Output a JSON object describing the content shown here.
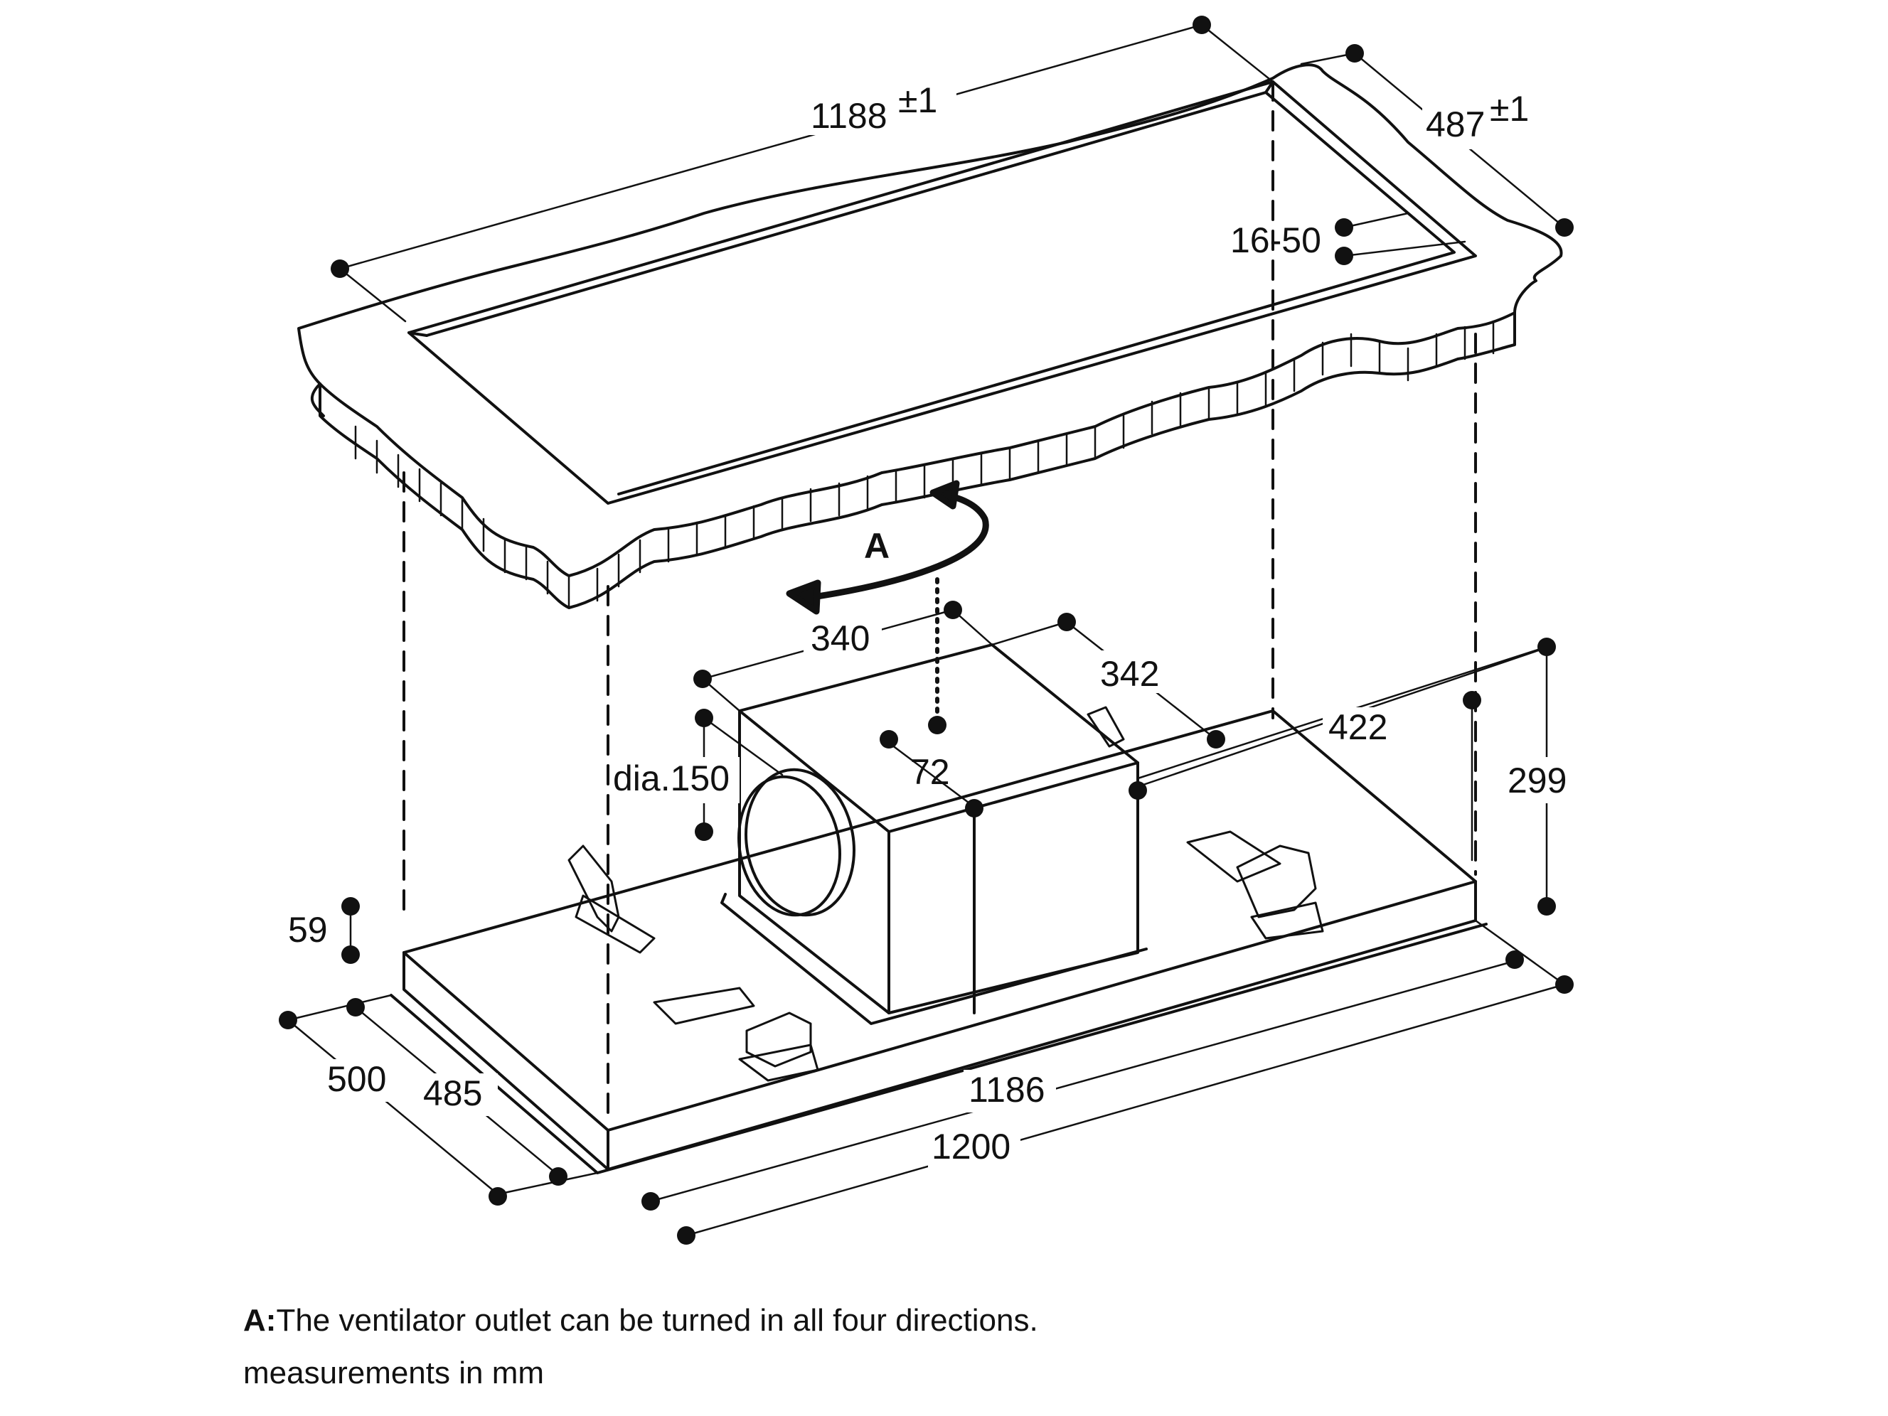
{
  "dimensions": {
    "cutout_length": "1188",
    "cutout_length_tol": "±1",
    "cutout_width": "487",
    "cutout_width_tol": "±1",
    "worktop_thickness": "16-50",
    "rotation_label": "A",
    "motor_width": "340",
    "motor_depth": "342",
    "outlet_diameter": "dia.150",
    "outlet_offset": "72",
    "motor_offset": "422",
    "total_height": "299",
    "frame_height": "59",
    "outer_depth": "500",
    "inner_depth": "485",
    "inner_length": "1186",
    "outer_length": "1200"
  },
  "caption": {
    "label": "A:",
    "text": "The ventilator outlet can be turned in all four directions.",
    "units": "measurements in mm"
  },
  "colors": {
    "line": "#111111",
    "background": "#ffffff"
  }
}
